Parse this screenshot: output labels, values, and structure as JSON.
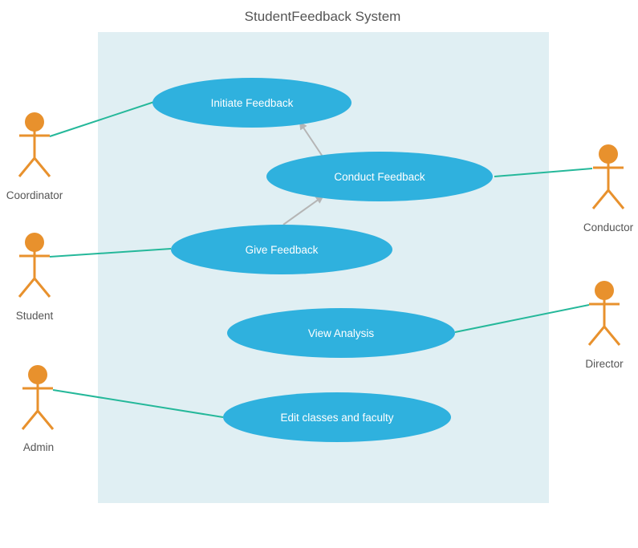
{
  "title": "StudentFeedback System",
  "colors": {
    "system_boundary": "#e0eff3",
    "use_case": "#2fb1de",
    "actor": "#e8912d",
    "association": "#25b89a",
    "generalization": "#b5b5b5",
    "text": "#555555"
  },
  "use_cases": {
    "initiate": "Initiate Feedback",
    "conduct": "Conduct Feedback",
    "give": "Give Feedback",
    "view": "View Analysis",
    "edit": "Edit classes and faculty"
  },
  "actors": {
    "coordinator": "Coordinator",
    "student": "Student",
    "admin": "Admin",
    "conductor": "Conductor",
    "director": "Director"
  },
  "associations": [
    {
      "actor": "Coordinator",
      "use_case": "Initiate Feedback"
    },
    {
      "actor": "Student",
      "use_case": "Give Feedback"
    },
    {
      "actor": "Admin",
      "use_case": "Edit classes and faculty"
    },
    {
      "actor": "Conductor",
      "use_case": "Conduct Feedback"
    },
    {
      "actor": "Director",
      "use_case": "View Analysis"
    }
  ],
  "generalizations": [
    {
      "from": "Conduct Feedback",
      "to": "Initiate Feedback"
    },
    {
      "from": "Give Feedback",
      "to": "Conduct Feedback"
    }
  ]
}
